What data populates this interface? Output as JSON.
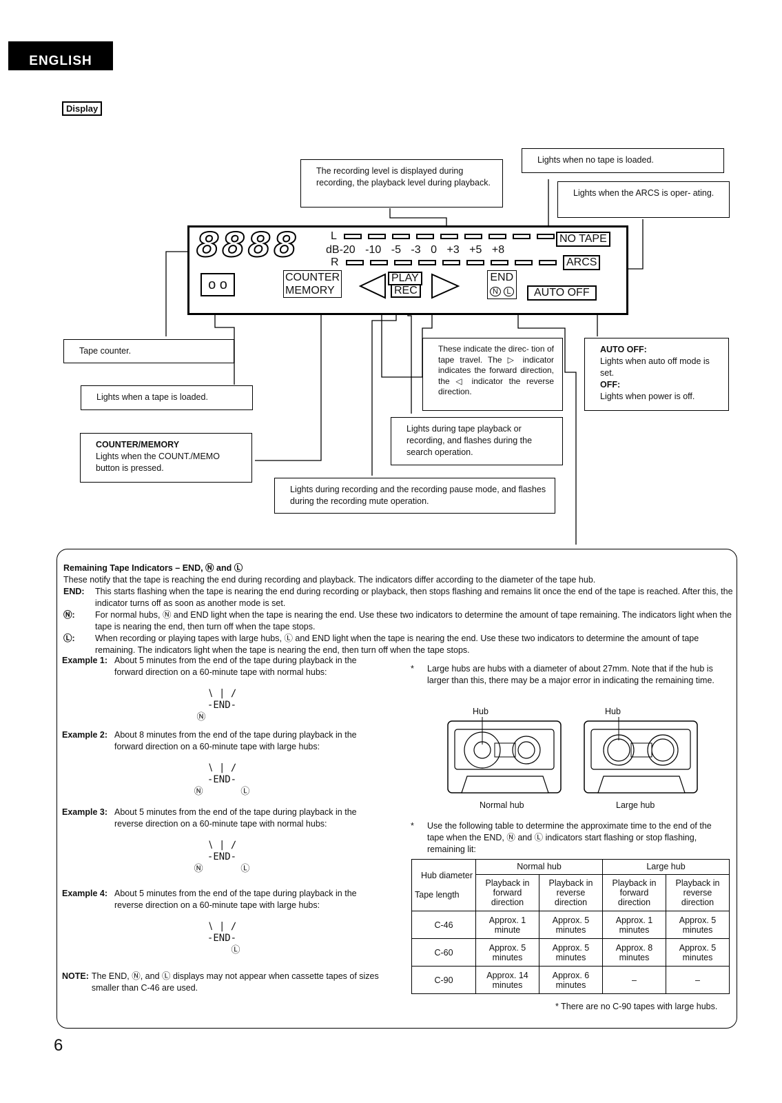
{
  "header": {
    "language": "ENGLISH",
    "section": "Display"
  },
  "display": {
    "counter_digits": "8888",
    "meter_L": "L",
    "meter_R": "R",
    "meter_scale": [
      "dB",
      "-20",
      "-10",
      "-5",
      "-3",
      "0",
      "+3",
      "+5",
      "+8"
    ],
    "no_tape": "NO TAPE",
    "arcs": "ARCS",
    "counter": "COUNTER",
    "memory": "MEMORY",
    "play": "PLAY",
    "rec": "REC",
    "end": "END",
    "n_symbol": "N",
    "l_symbol": "L",
    "auto_off": "AUTO OFF",
    "tape_icon": "o o"
  },
  "callouts": {
    "recording_level": "The recording level is displayed during recording, the playback level during playback.",
    "no_tape": "Lights when no tape is loaded.",
    "arcs": "Lights when the ARCS is oper- ating.",
    "tape_counter": "Tape counter.",
    "tape_loaded": "Lights when a tape is loaded.",
    "counter_memory_title": "COUNTER/MEMORY",
    "counter_memory_text": "Lights when the COUNT./MEMO button is pressed.",
    "direction": "These indicate the direc- tion of tape travel. The ▷ indicator indicates the forward direction, the ◁ indicator the reverse direction.",
    "play": "Lights during tape playback or recording, and flashes during the search operation.",
    "rec": "Lights during recording and the recording pause mode, and flashes during the recording mute operation.",
    "auto_off_title": "AUTO OFF:",
    "auto_off_text": "Lights when auto off mode is set.",
    "off_title": "OFF:",
    "off_text": "Lights when power is off."
  },
  "remaining": {
    "title": "Remaining Tape Indicators – END, Ⓝ and Ⓛ",
    "intro": "These notify that the tape is reaching the end during recording and playback. The indicators differ according to the diameter of the tape hub.",
    "end_label": "END:",
    "end_text": "This starts flashing when the tape is nearing the end during recording or playback, then stops flashing and remains lit once the end of the tape is reached. After this, the indicator turns off as soon as another mode is set.",
    "n_label": "Ⓝ:",
    "n_text": "For normal hubs, Ⓝ and END light when the tape is nearing the end. Use these two indicators to determine the amount of tape remaining. The indicators light when the tape is nearing the end, then turn off when the tape stops.",
    "l_label": "Ⓛ:",
    "l_text": "When recording or playing tapes with large hubs, Ⓛ and END light when the tape is nearing the end. Use these two indicators to determine the amount of tape remaining. The indicators light when the tape is nearing the end, then turn off when the tape stops.",
    "examples": [
      {
        "label": "Example 1:",
        "text": "About 5 minutes from the end of the tape during playback in the forward direction on a 60-minute tape with normal hubs:",
        "left": "Ⓝ",
        "right": ""
      },
      {
        "label": "Example 2:",
        "text": "About 8 minutes from the end of the tape during playback in the forward direction on a 60-minute tape with large hubs:",
        "left": "Ⓝ",
        "right": "Ⓛ"
      },
      {
        "label": "Example 3:",
        "text": "About 5 minutes from the end of the tape during playback in the reverse direction on a 60-minute tape with normal hubs:",
        "left": "Ⓝ",
        "right": "Ⓛ"
      },
      {
        "label": "Example 4:",
        "text": "About 5 minutes from the end of the tape during playback in the reverse direction on a 60-minute tape with large hubs:",
        "left": "",
        "right": "Ⓛ"
      }
    ],
    "end_word": "END",
    "note_label": "NOTE:",
    "note_text": "The END, Ⓝ, and Ⓛ displays may not appear when cassette tapes of sizes smaller than C-46 are used.",
    "large_hub_note_star": "*",
    "large_hub_note": "Large hubs are hubs with a diameter of about 27mm. Note that if the hub is larger than this, there may be a major error in indicating the remaining time.",
    "hub_label": "Hub",
    "normal_hub": "Normal hub",
    "large_hub": "Large hub",
    "table_note_star": "*",
    "table_note": "Use the following table to determine the approximate time to the end of the tape when the END, Ⓝ and Ⓛ indicators start flashing or stop flashing, remaining lit:",
    "table": {
      "hub_diameter": "Hub diameter",
      "tape_length": "Tape length",
      "normal": "Normal hub",
      "large": "Large hub",
      "subheads": [
        "Playback in forward direction",
        "Playback in reverse direction",
        "Playback in forward direction",
        "Playback in reverse direction"
      ],
      "rows": [
        {
          "tape": "C-46",
          "cells": [
            "Approx. 1 minute",
            "Approx. 5 minutes",
            "Approx. 1 minutes",
            "Approx. 5 minutes"
          ]
        },
        {
          "tape": "C-60",
          "cells": [
            "Approx. 5 minutes",
            "Approx. 5 minutes",
            "Approx. 8 minutes",
            "Approx. 5 minutes"
          ]
        },
        {
          "tape": "C-90",
          "cells": [
            "Approx. 14 minutes",
            "Approx. 6 minutes",
            "–",
            "–"
          ]
        }
      ],
      "footnote": "* There are no C-90 tapes with large hubs."
    }
  },
  "page_number": "6"
}
